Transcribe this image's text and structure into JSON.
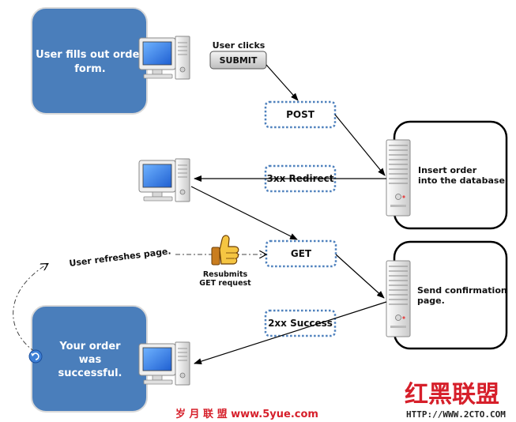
{
  "colors": {
    "user_box_fill": "#4a7ebb",
    "user_box_stroke": "#d9d9d9",
    "dotted_box_stroke": "#4f81bd",
    "server_box_stroke": "#000000",
    "arrow": "#000000",
    "watermark_red": "#d61f2a"
  },
  "boxes": {
    "user_fills": [
      "User fills out order",
      "form."
    ],
    "order_success": [
      "Your order",
      "was",
      "successful."
    ],
    "insert_order": [
      "Insert order",
      "into the database."
    ],
    "send_confirmation": [
      "Send confirmation",
      "page."
    ]
  },
  "labels": {
    "user_clicks": "User clicks",
    "submit_button": "SUBMIT",
    "post": "POST",
    "redirect": "3xx Redirect",
    "get": "GET",
    "success": "2xx Success",
    "user_refreshes": "User refreshes page.",
    "resubmits": [
      "Resubmits",
      "GET request"
    ]
  },
  "icons": {
    "computer": "desktop-computer-icon",
    "server": "server-tower-icon",
    "thumb": "thumbs-up-icon",
    "refresh": "refresh-icon"
  },
  "watermarks": {
    "bottom_left": "岁 月 联 盟   www.5yue.com",
    "bottom_right_logo": "红黑联盟",
    "bottom_right_url": "HTTP://WWW.2CTO.COM"
  }
}
